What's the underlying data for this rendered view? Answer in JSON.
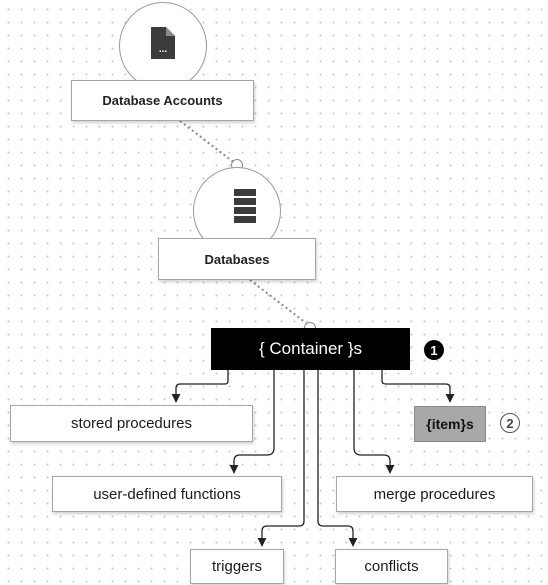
{
  "nodes": {
    "database_accounts": "Database Accounts",
    "databases": "Databases",
    "container": "{ Container }s",
    "item": "{item}s",
    "stored_procedures": "stored procedures",
    "user_defined_functions": "user-defined functions",
    "merge_procedures": "merge procedures",
    "triggers": "triggers",
    "conflicts": "conflicts"
  },
  "icons": {
    "account": "document-icon",
    "database": "database-icon",
    "account_glyph": "..."
  },
  "callouts": {
    "container": "1",
    "item": "2"
  },
  "colors": {
    "container_bg": "#000000",
    "item_bg": "#a8a8a8",
    "connector": "#222222",
    "dotted_link": "#888888"
  }
}
